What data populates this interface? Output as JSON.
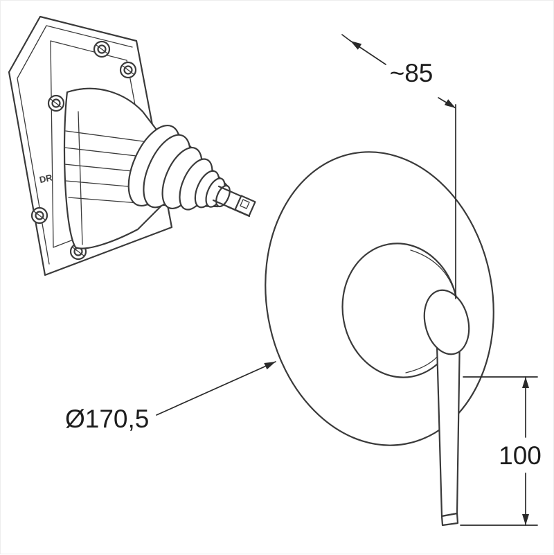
{
  "drawing": {
    "title": "concealed-single-lever-shower-mixer-technical-drawing",
    "labels": {
      "depth": "~85",
      "diameter": "Ø170,5",
      "handle_length": "100",
      "body_marking": "DR"
    },
    "colors": {
      "line": "#3a3a3a",
      "dimension": "#2a2a2a",
      "background": "#ffffff"
    }
  }
}
